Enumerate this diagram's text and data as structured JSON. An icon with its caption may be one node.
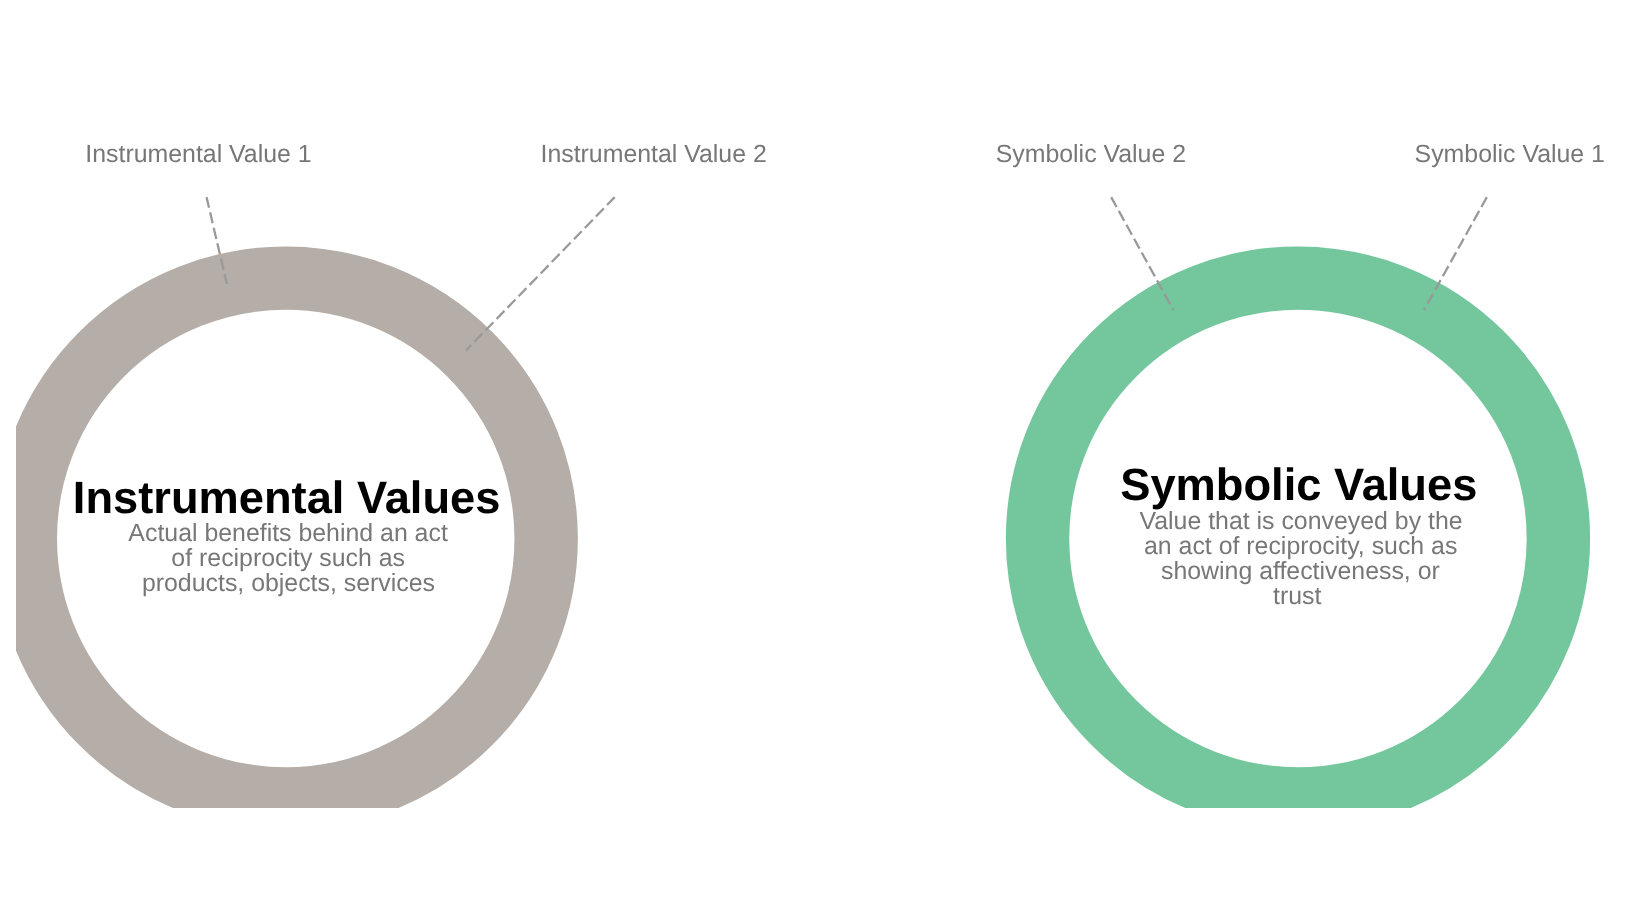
{
  "diagram": {
    "nodes": [
      {
        "text": [
          "Instrumental Values",
          "Actual benefits behind an act of reciprocity such as products, objects, services"
        ]
      },
      {
        "text": [
          "Symbolic Values",
          "Value that is conveyed by the an act of reciprocity, such as showing affectiveness, or trust"
        ]
      },
      {
        "text": [
          "Instrumental Value 1"
        ]
      },
      {
        "text": [
          "Instrumental Value 2"
        ]
      },
      {
        "text": [
          "Symbolic Value 2"
        ]
      },
      {
        "text": [
          "Symbolic Value 1"
        ]
      }
    ],
    "edges": [
      {
        "from": 2,
        "to": 0,
        "arrow": "none",
        "style": "dashed"
      },
      {
        "from": 3,
        "to": 0,
        "arrow": "none",
        "style": "dashed"
      },
      {
        "from": 4,
        "to": 1,
        "arrow": "none",
        "style": "dashed"
      },
      {
        "from": 5,
        "to": 1,
        "arrow": "none",
        "style": "dashed"
      }
    ]
  }
}
